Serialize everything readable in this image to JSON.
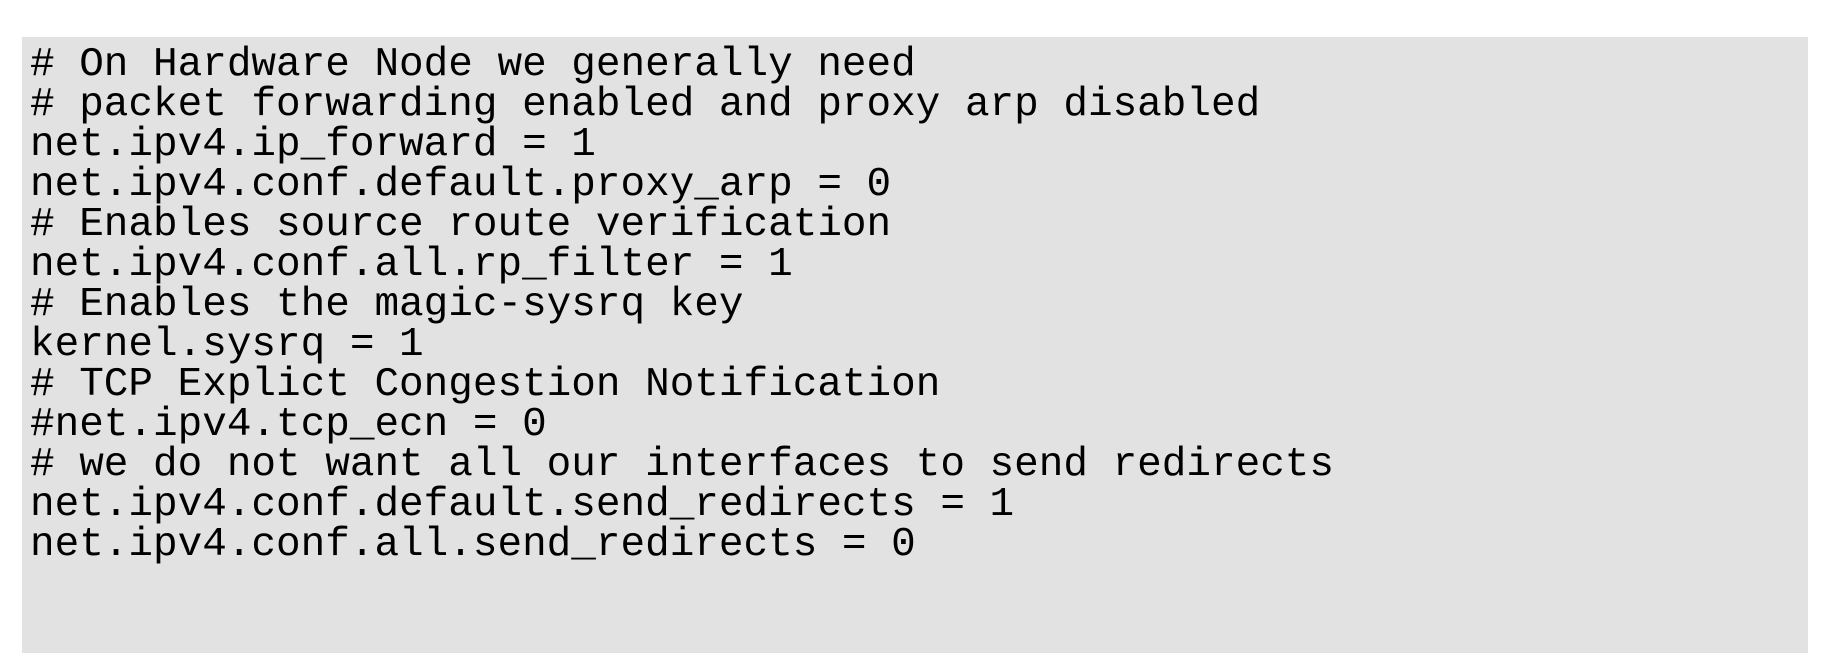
{
  "document": {
    "type": "code-listing",
    "language": "sysctl-conf",
    "background_color": "#e2e2e2",
    "page_background_color": "#ffffff",
    "text_color": "#000000",
    "lines": [
      "# On Hardware Node we generally need",
      "# packet forwarding enabled and proxy arp disabled",
      "net.ipv4.ip_forward = 1",
      "net.ipv4.conf.default.proxy_arp = 0",
      "# Enables source route verification",
      "net.ipv4.conf.all.rp_filter = 1",
      "# Enables the magic-sysrq key",
      "kernel.sysrq = 1",
      "# TCP Explict Congestion Notification",
      "#net.ipv4.tcp_ecn = 0",
      "# we do not want all our interfaces to send redirects",
      "net.ipv4.conf.default.send_redirects = 1",
      "net.ipv4.conf.all.send_redirects = 0"
    ]
  }
}
